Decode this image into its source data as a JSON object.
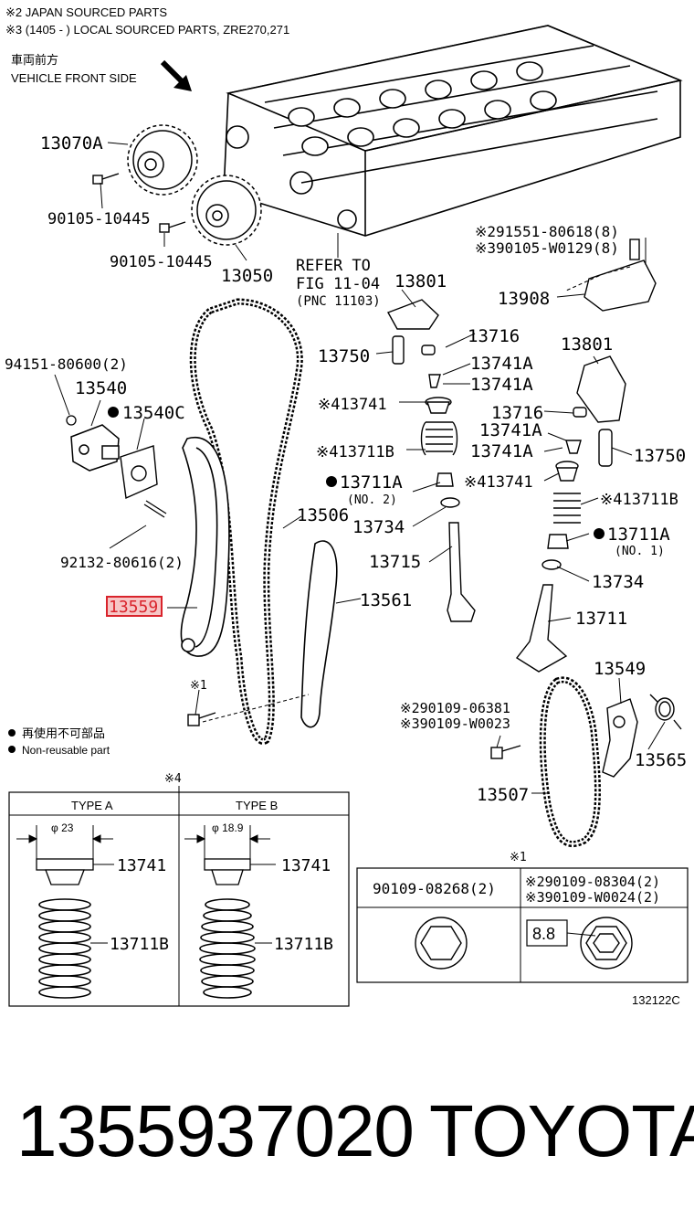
{
  "notes": {
    "line1": "※2 JAPAN SOURCED  PARTS",
    "line2": "※3 (1405 -        ) LOCAL SOURCED PARTS, ZRE270,271",
    "front_jp": "車両前方",
    "front_en": "VEHICLE FRONT SIDE",
    "refer": [
      "REFER TO",
      "FIG 11-04",
      "(PNC 11103)"
    ]
  },
  "callouts": {
    "c13070a": "13070A",
    "c90105a": "90105-10445",
    "c90105b": "90105-10445",
    "c13050": "13050",
    "c13801a": "13801",
    "c13801b": "13801",
    "c91551": "※291551-80618(8)",
    "c90105w": "※390105-W0129(8)",
    "c13908": "13908",
    "c13716a": "13716",
    "c13716b": "13716",
    "c13750a": "13750",
    "c13750b": "13750",
    "c94151": "94151-80600(2)",
    "c13540": "13540",
    "c13540c": "13540C",
    "c13741a1": "13741A",
    "c13741a2": "13741A",
    "c13741a3": "13741A",
    "c13741a4": "13741A",
    "c13741x": "※413741",
    "c13741y": "※413741",
    "c13711bx": "※413711B",
    "c13711by": "※413711B",
    "c13711ax": "13711A",
    "c13711ax_sub": "(NO. 2)",
    "c13711ay": "13711A",
    "c13711ay_sub": "(NO. 1)",
    "c13506": "13506",
    "c13734a": "13734",
    "c13734b": "13734",
    "c92132": "92132-80616(2)",
    "c13715": "13715",
    "c13561": "13561",
    "c13559": "13559",
    "c13711": "13711",
    "c13549": "13549",
    "c90109a": "※290109-06381",
    "c90109b": "※390109-W0023",
    "c13565": "13565",
    "c13507": "13507",
    "x1_left": "※1",
    "x4_top": "※4",
    "x1_table": "※1",
    "legend_jp": "再使用不可部品",
    "legend_en": "Non-reusable part",
    "fig_id": "132122C"
  },
  "type_table": {
    "header_a": "TYPE A",
    "header_b": "TYPE B",
    "dim_a": "φ 23",
    "dim_b": "φ 18.9",
    "part_top_a": "13741",
    "part_top_b": "13741",
    "part_spring_a": "13711B",
    "part_spring_b": "13711B"
  },
  "bolt_table": {
    "col1": "90109-08268(2)",
    "col2a": "※290109-08304(2)",
    "col2b": "※390109-W0024(2)",
    "grade": "8.8"
  },
  "footer": {
    "part_number": "1355937020",
    "brand": "TOYOTA"
  },
  "colors": {
    "line": "#000000",
    "highlight": "#d9232b",
    "highlight_fill": "#f6c6c6"
  }
}
